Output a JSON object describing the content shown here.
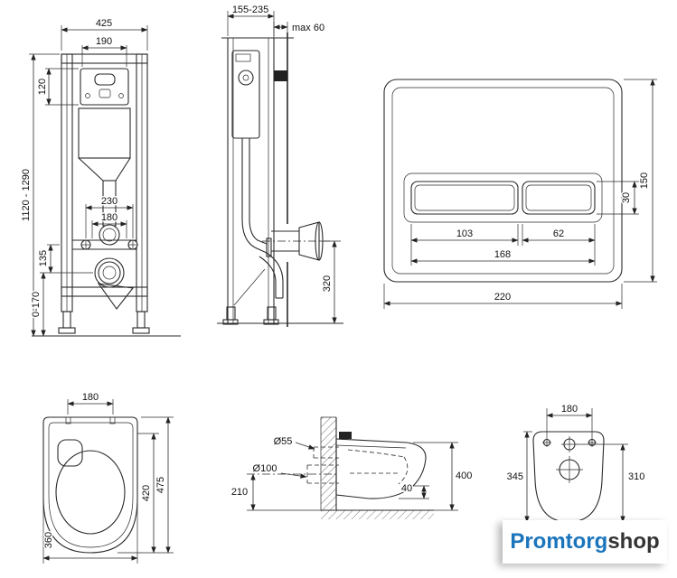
{
  "frame_front": {
    "total_width": "425",
    "control_box_width": "190",
    "control_box_height": "120",
    "height_range": "1120 - 1290",
    "fixing_span": "230",
    "inner_span": "180",
    "outlet_offset": "135",
    "feet_range": "0-170"
  },
  "frame_side": {
    "depth_range": "155-235",
    "wall_bracket_max": "max 60",
    "outlet_height": "320"
  },
  "flush_plate": {
    "plate_height": "150",
    "button_height": "30",
    "big_button_width": "103",
    "small_button_width": "62",
    "buttons_total_width": "168",
    "plate_width": "220"
  },
  "bowl_top": {
    "fixing_width": "180",
    "total_length": "475",
    "inner_length": "420",
    "bowl_width": "360"
  },
  "bowl_side": {
    "flush_pipe_diameter": "Ø55",
    "drain_pipe_diameter": "Ø100",
    "drain_axis_height": "210",
    "total_height": "400",
    "front_lip": "40"
  },
  "bowl_back": {
    "fixing_width": "180",
    "height_left": "345",
    "height_right": "310"
  },
  "logo": {
    "brand_primary": "Promtorg",
    "brand_secondary": "shop",
    "primary_color": "#1b75bc",
    "secondary_color": "#333333"
  }
}
